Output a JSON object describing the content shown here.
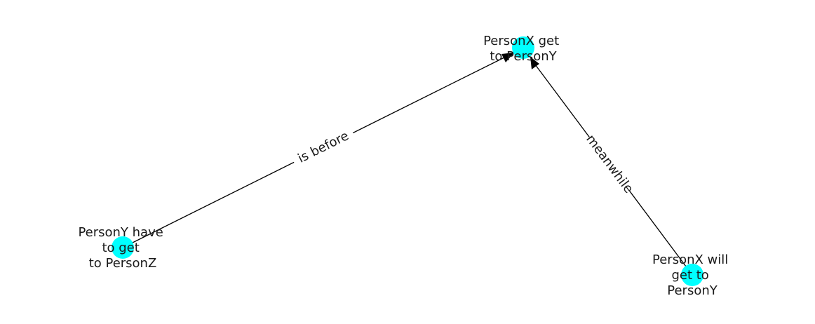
{
  "diagram": {
    "node_color": "#00ffff",
    "edge_color": "#000000",
    "nodes": [
      {
        "id": "n1",
        "lines": [
          "PersonX get",
          "to PersonY"
        ]
      },
      {
        "id": "n2",
        "lines": [
          "PersonY have",
          "to get",
          "to PersonZ"
        ]
      },
      {
        "id": "n3",
        "lines": [
          "PersonX will",
          "get to",
          "PersonY"
        ]
      }
    ],
    "edges": [
      {
        "id": "e1",
        "from": "n2",
        "to": "n1",
        "label": "is before"
      },
      {
        "id": "e2",
        "from": "n3",
        "to": "n1",
        "label": "meanwhile"
      }
    ]
  }
}
